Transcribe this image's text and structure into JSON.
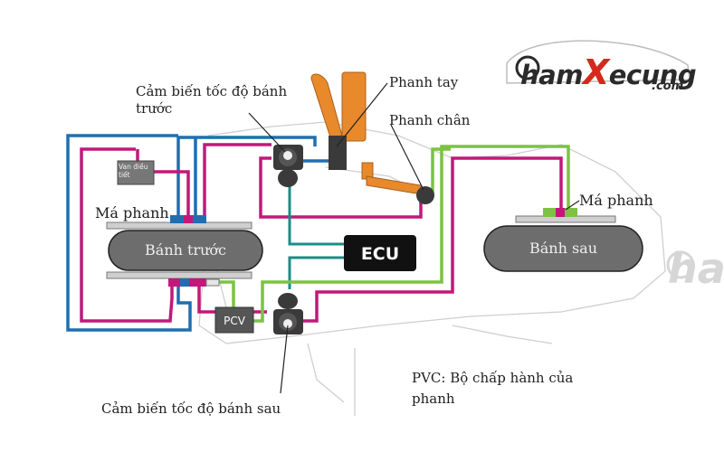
{
  "labels": {
    "front_sensor": "Cảm biến tốc độ bánh trước",
    "hand_brake": "Phanh tay",
    "foot_brake": "Phanh chân",
    "valve": "Van điều tiết",
    "front_pad": "Má phanh",
    "front_wheel": "Bánh trước",
    "rear_pad": "Má phanh",
    "rear_wheel": "Bánh sau",
    "ecu": "ECU",
    "pcv": "PCV",
    "rear_sensor": "Cảm biến tốc độ bánh sau",
    "legend": "PVC: Bộ chấp hành của phanh"
  },
  "logo": {
    "prefix": "ham",
    "x": "X",
    "suffix": "ecung",
    "domain": ".com",
    "watermark": "ha"
  },
  "colors": {
    "blue": "#1f6fb0",
    "magenta": "#c2187a",
    "teal": "#1b8c86",
    "green": "#7dc242",
    "orange": "#e8892c",
    "wheel": "#6d6d6d",
    "pad": "#cfcfcf",
    "ecu": "#111111"
  }
}
